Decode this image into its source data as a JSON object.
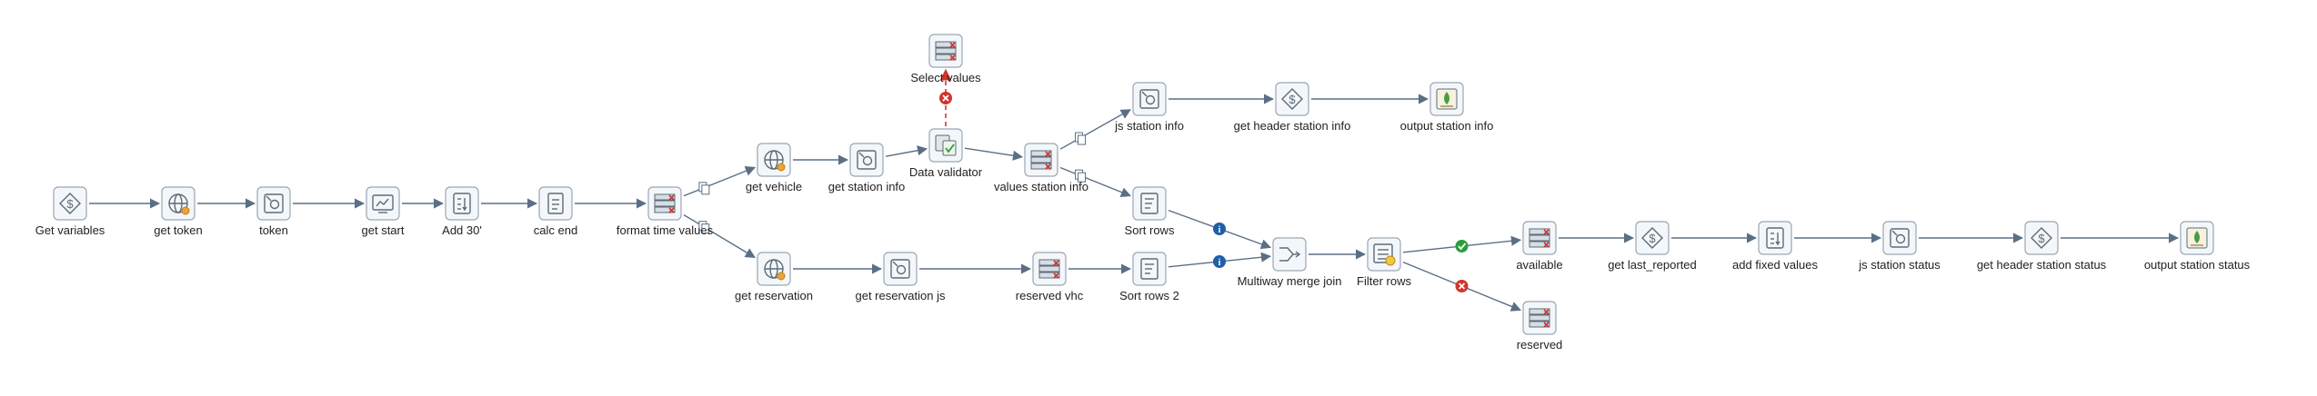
{
  "colors": {
    "hop": "#5a6f86",
    "error": "#d0342c",
    "success": "#2a9d3a",
    "info": "#1f5fa8",
    "node_border": "#9aa7b3",
    "node_fill": "#f4f7fa"
  },
  "steps": [
    {
      "id": "get-variables",
      "label": "Get variables",
      "icon": "variables-icon"
    },
    {
      "id": "get-token",
      "label": "get token",
      "icon": "rest-client-icon"
    },
    {
      "id": "token",
      "label": "token",
      "icon": "json-input-icon"
    },
    {
      "id": "get-start",
      "label": "get start",
      "icon": "system-info-icon"
    },
    {
      "id": "add-30",
      "label": "Add 30'",
      "icon": "calculator-icon"
    },
    {
      "id": "calc-end",
      "label": "calc end",
      "icon": "script-icon"
    },
    {
      "id": "format-time-values",
      "label": "format time values",
      "icon": "select-values-icon"
    },
    {
      "id": "get-vehicle",
      "label": "get vehicle",
      "icon": "rest-client-icon"
    },
    {
      "id": "get-station-info",
      "label": "get station info",
      "icon": "json-input-icon"
    },
    {
      "id": "data-validator",
      "label": "Data validator",
      "icon": "validator-icon"
    },
    {
      "id": "select-values",
      "label": "Select values",
      "icon": "select-values-icon"
    },
    {
      "id": "values-station-info",
      "label": "values station info",
      "icon": "select-values-icon"
    },
    {
      "id": "js-station-info",
      "label": "js station info",
      "icon": "json-input-icon"
    },
    {
      "id": "get-header-station-info",
      "label": "get header station info",
      "icon": "variables-icon"
    },
    {
      "id": "output-station-info",
      "label": "output station info",
      "icon": "mongodb-output-icon"
    },
    {
      "id": "sort-rows",
      "label": "Sort rows",
      "icon": "sort-icon"
    },
    {
      "id": "get-reservation",
      "label": "get reservation",
      "icon": "rest-client-icon"
    },
    {
      "id": "get-reservation-js",
      "label": "get reservation js",
      "icon": "json-input-icon"
    },
    {
      "id": "reserved-vhc",
      "label": "reserved vhc",
      "icon": "select-values-icon"
    },
    {
      "id": "sort-rows-2",
      "label": "Sort rows 2",
      "icon": "sort-icon"
    },
    {
      "id": "multiway-merge-join",
      "label": "Multiway merge join",
      "icon": "merge-join-icon"
    },
    {
      "id": "filter-rows",
      "label": "Filter rows",
      "icon": "filter-icon"
    },
    {
      "id": "available",
      "label": "available",
      "icon": "select-values-icon"
    },
    {
      "id": "reserved",
      "label": "reserved",
      "icon": "select-values-icon"
    },
    {
      "id": "get-last-reported",
      "label": "get last_reported",
      "icon": "variables-icon"
    },
    {
      "id": "add-fixed-values",
      "label": "add fixed values",
      "icon": "calculator-icon"
    },
    {
      "id": "js-station-status",
      "label": "js station status",
      "icon": "json-input-icon"
    },
    {
      "id": "get-header-station-status",
      "label": "get header station status",
      "icon": "variables-icon"
    },
    {
      "id": "output-station-status",
      "label": "output station status",
      "icon": "mongodb-output-icon"
    }
  ],
  "hops": [
    {
      "from": "get-variables",
      "to": "get-token",
      "type": "normal"
    },
    {
      "from": "get-token",
      "to": "token",
      "type": "normal"
    },
    {
      "from": "token",
      "to": "get-start",
      "type": "normal"
    },
    {
      "from": "get-start",
      "to": "add-30",
      "type": "normal"
    },
    {
      "from": "add-30",
      "to": "calc-end",
      "type": "normal"
    },
    {
      "from": "calc-end",
      "to": "format-time-values",
      "type": "normal"
    },
    {
      "from": "format-time-values",
      "to": "get-vehicle",
      "type": "copy"
    },
    {
      "from": "format-time-values",
      "to": "get-reservation",
      "type": "copy"
    },
    {
      "from": "get-vehicle",
      "to": "get-station-info",
      "type": "normal"
    },
    {
      "from": "get-station-info",
      "to": "data-validator",
      "type": "normal"
    },
    {
      "from": "data-validator",
      "to": "select-values",
      "type": "error"
    },
    {
      "from": "data-validator",
      "to": "values-station-info",
      "type": "normal"
    },
    {
      "from": "values-station-info",
      "to": "js-station-info",
      "type": "copy"
    },
    {
      "from": "values-station-info",
      "to": "sort-rows",
      "type": "copy"
    },
    {
      "from": "js-station-info",
      "to": "get-header-station-info",
      "type": "normal"
    },
    {
      "from": "get-header-station-info",
      "to": "output-station-info",
      "type": "normal"
    },
    {
      "from": "sort-rows",
      "to": "multiway-merge-join",
      "type": "info"
    },
    {
      "from": "get-reservation",
      "to": "get-reservation-js",
      "type": "normal"
    },
    {
      "from": "get-reservation-js",
      "to": "reserved-vhc",
      "type": "normal"
    },
    {
      "from": "reserved-vhc",
      "to": "sort-rows-2",
      "type": "normal"
    },
    {
      "from": "sort-rows-2",
      "to": "multiway-merge-join",
      "type": "info"
    },
    {
      "from": "multiway-merge-join",
      "to": "filter-rows",
      "type": "normal"
    },
    {
      "from": "filter-rows",
      "to": "available",
      "type": "true"
    },
    {
      "from": "filter-rows",
      "to": "reserved",
      "type": "false"
    },
    {
      "from": "available",
      "to": "get-last-reported",
      "type": "normal"
    },
    {
      "from": "get-last-reported",
      "to": "add-fixed-values",
      "type": "normal"
    },
    {
      "from": "add-fixed-values",
      "to": "js-station-status",
      "type": "normal"
    },
    {
      "from": "js-station-status",
      "to": "get-header-station-status",
      "type": "normal"
    },
    {
      "from": "get-header-station-status",
      "to": "output-station-status",
      "type": "normal"
    }
  ]
}
